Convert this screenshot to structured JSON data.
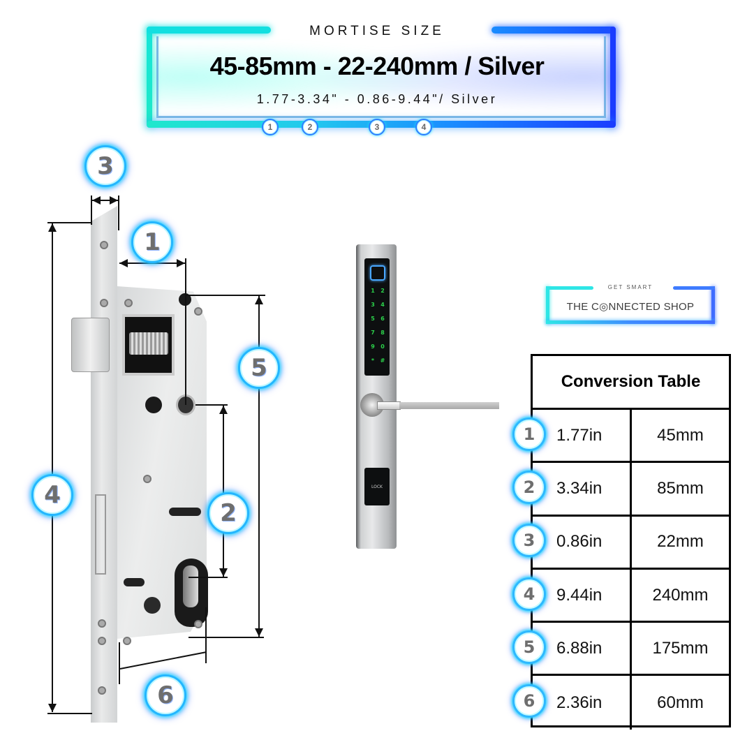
{
  "header": {
    "eyebrow": "MORTISE SIZE",
    "title": "45-85mm - 22-240mm / Silver",
    "subtitle": "1.77-3.34\" - 0.86-9.44\"/ Silver",
    "markers": [
      "1",
      "2",
      "3",
      "4"
    ]
  },
  "diagram": {
    "labels": {
      "one": "1",
      "two": "2",
      "three": "3",
      "four": "4",
      "five": "5",
      "six": "6"
    }
  },
  "product": {
    "keypad_keys": [
      "1",
      "2",
      "3",
      "4",
      "5",
      "6",
      "7",
      "8",
      "9",
      "0",
      "*",
      "#"
    ],
    "lock_label": "LOCK"
  },
  "logo": {
    "eyebrow": "GET SMART",
    "name": "THE C◎NNECTED SHOP"
  },
  "conversion_table": {
    "title": "Conversion Table",
    "rows": [
      {
        "id": "1",
        "inches": "1.77in",
        "mm": "45mm"
      },
      {
        "id": "2",
        "inches": "3.34in",
        "mm": "85mm"
      },
      {
        "id": "3",
        "inches": "0.86in",
        "mm": "22mm"
      },
      {
        "id": "4",
        "inches": "9.44in",
        "mm": "240mm"
      },
      {
        "id": "5",
        "inches": "6.88in",
        "mm": "175mm"
      },
      {
        "id": "6",
        "inches": "2.36in",
        "mm": "60mm"
      }
    ]
  },
  "colors": {
    "neon_cyan": "#17e6d9",
    "neon_blue": "#1a3cff",
    "text": "#000000",
    "badge_number": "#6e6e6e"
  }
}
